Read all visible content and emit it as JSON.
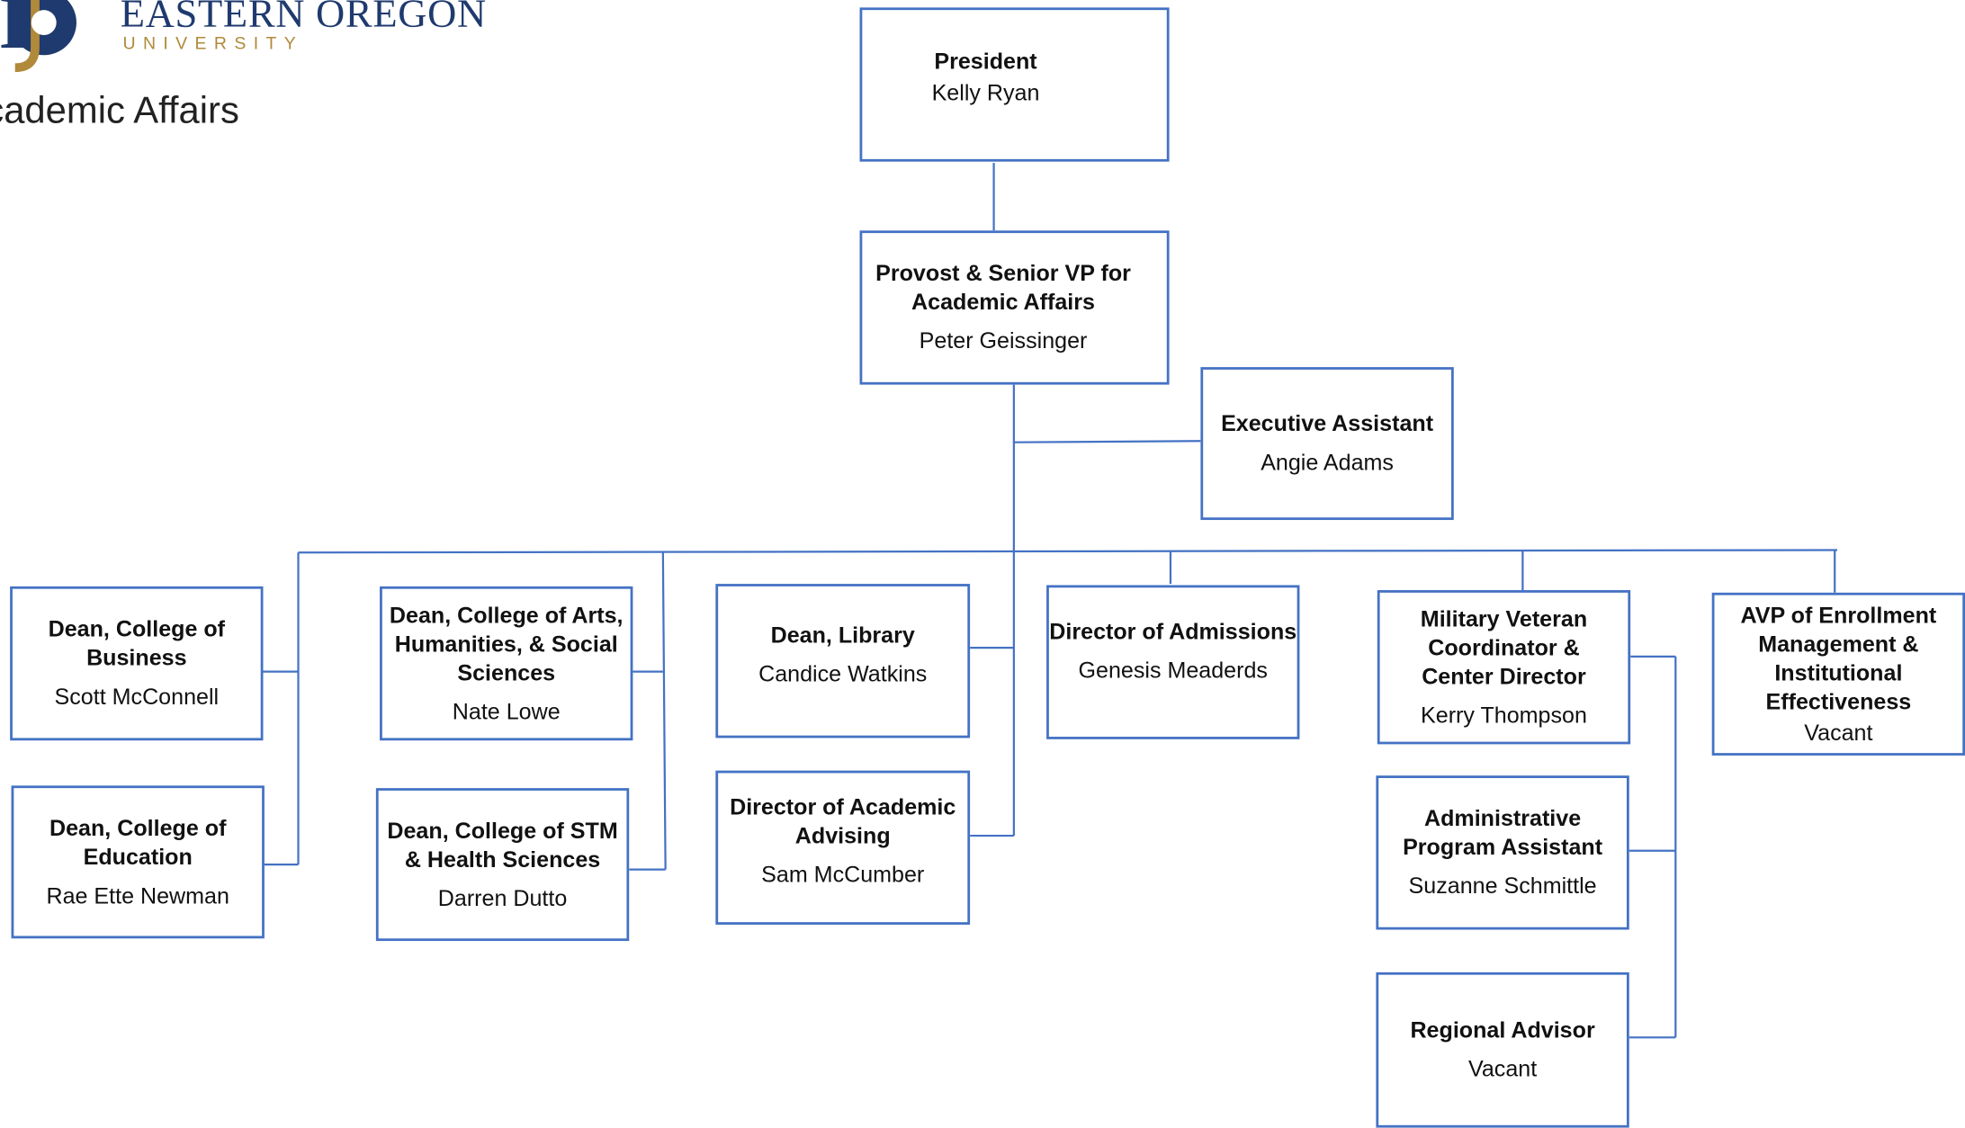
{
  "header": {
    "logo_name": "EASTERN OREGON",
    "logo_sub": "UNIVERSITY",
    "department": "Academic Affairs"
  },
  "colors": {
    "line": "#4472C4",
    "box_border": "#4472C4",
    "brand_navy": "#1F3A6E",
    "brand_gold": "#B08A3A"
  },
  "org": {
    "president": {
      "role": "President",
      "name": "Kelly Ryan"
    },
    "provost": {
      "role": "Provost & Senior VP for Academic Affairs",
      "name": "Peter Geissinger"
    },
    "exec_assistant": {
      "role": "Executive Assistant",
      "name": "Angie Adams"
    },
    "dean_business": {
      "role": "Dean, College of Business",
      "name": "Scott McConnell"
    },
    "dean_education": {
      "role": "Dean, College of Education",
      "name": "Rae Ette Newman"
    },
    "dean_ahss": {
      "role": "Dean, College of Arts, Humanities, & Social Sciences",
      "name": "Nate Lowe"
    },
    "dean_stm": {
      "role": "Dean, College of STM &  Health Sciences",
      "name": "Darren Dutto"
    },
    "dean_library": {
      "role": "Dean, Library",
      "name": "Candice Watkins"
    },
    "dir_advising": {
      "role": "Director of Academic Advising",
      "name": "Sam McCumber"
    },
    "dir_admissions": {
      "role": "Director of Admissions",
      "name": "Genesis Meaderds"
    },
    "military": {
      "role": "Military Veteran Coordinator & Center  Director",
      "name": "Kerry Thompson"
    },
    "admin_assistant": {
      "role": "Administrative Program Assistant",
      "name": "Suzanne Schmittle"
    },
    "regional_advisor": {
      "role": "Regional Advisor",
      "name": "Vacant"
    },
    "avp_enrollment": {
      "role": "AVP of Enrollment Management & Institutional Effectiveness",
      "name": "Vacant"
    }
  }
}
